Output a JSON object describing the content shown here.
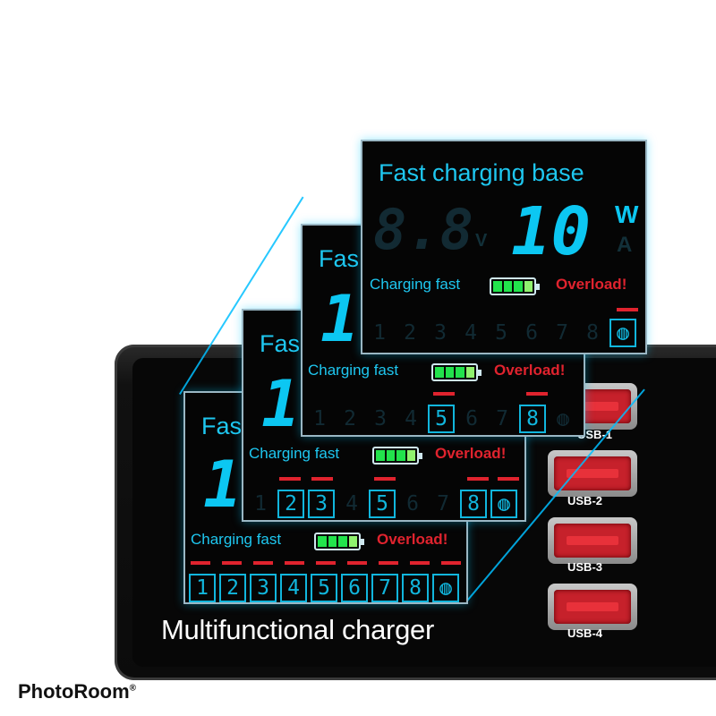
{
  "product": {
    "label": "Multifunctional charger"
  },
  "usb_ports": [
    {
      "label": "USB-1"
    },
    {
      "label": "USB-2"
    },
    {
      "label": "USB-3"
    },
    {
      "label": "USB-4"
    }
  ],
  "panels": [
    {
      "title": "Fast charging base",
      "voltage_digits": "8.8",
      "voltage_unit": "V",
      "power_digits": "10",
      "unit_active": "W",
      "unit_inactive": "A",
      "status": "Charging fast",
      "overload": "Overload!",
      "ports": [
        "1",
        "2",
        "3",
        "4",
        "5",
        "6",
        "7",
        "8",
        "◍"
      ],
      "active_ports": [
        "◍"
      ]
    },
    {
      "title": "Fas",
      "power_digits": "1",
      "status": "Charging fast",
      "overload": "Overload!",
      "ports": [
        "1",
        "2",
        "3",
        "4",
        "5",
        "6",
        "7",
        "8",
        "◍"
      ],
      "active_ports": [
        "5",
        "8"
      ]
    },
    {
      "title": "Fas",
      "power_digits": "1",
      "status": "Charging fast",
      "overload": "Overload!",
      "ports": [
        "1",
        "2",
        "3",
        "4",
        "5",
        "6",
        "7",
        "8",
        "◍"
      ],
      "active_ports": [
        "2",
        "3",
        "5",
        "8",
        "◍"
      ]
    },
    {
      "title": "Fas",
      "power_digits": "1",
      "status": "Charging fast",
      "overload": "Overload!",
      "ports": [
        "1",
        "2",
        "3",
        "4",
        "5",
        "6",
        "7",
        "8",
        "◍"
      ],
      "active_ports": [
        "1",
        "2",
        "3",
        "4",
        "5",
        "6",
        "7",
        "8",
        "◍"
      ]
    }
  ],
  "watermark": {
    "text": "PhotoRoom",
    "mark": "®"
  },
  "colors": {
    "lcd_cyan": "#1ec7f0",
    "overload_red": "#e0232e",
    "battery_green": "#22e34c",
    "port_red": "#c6212b"
  }
}
